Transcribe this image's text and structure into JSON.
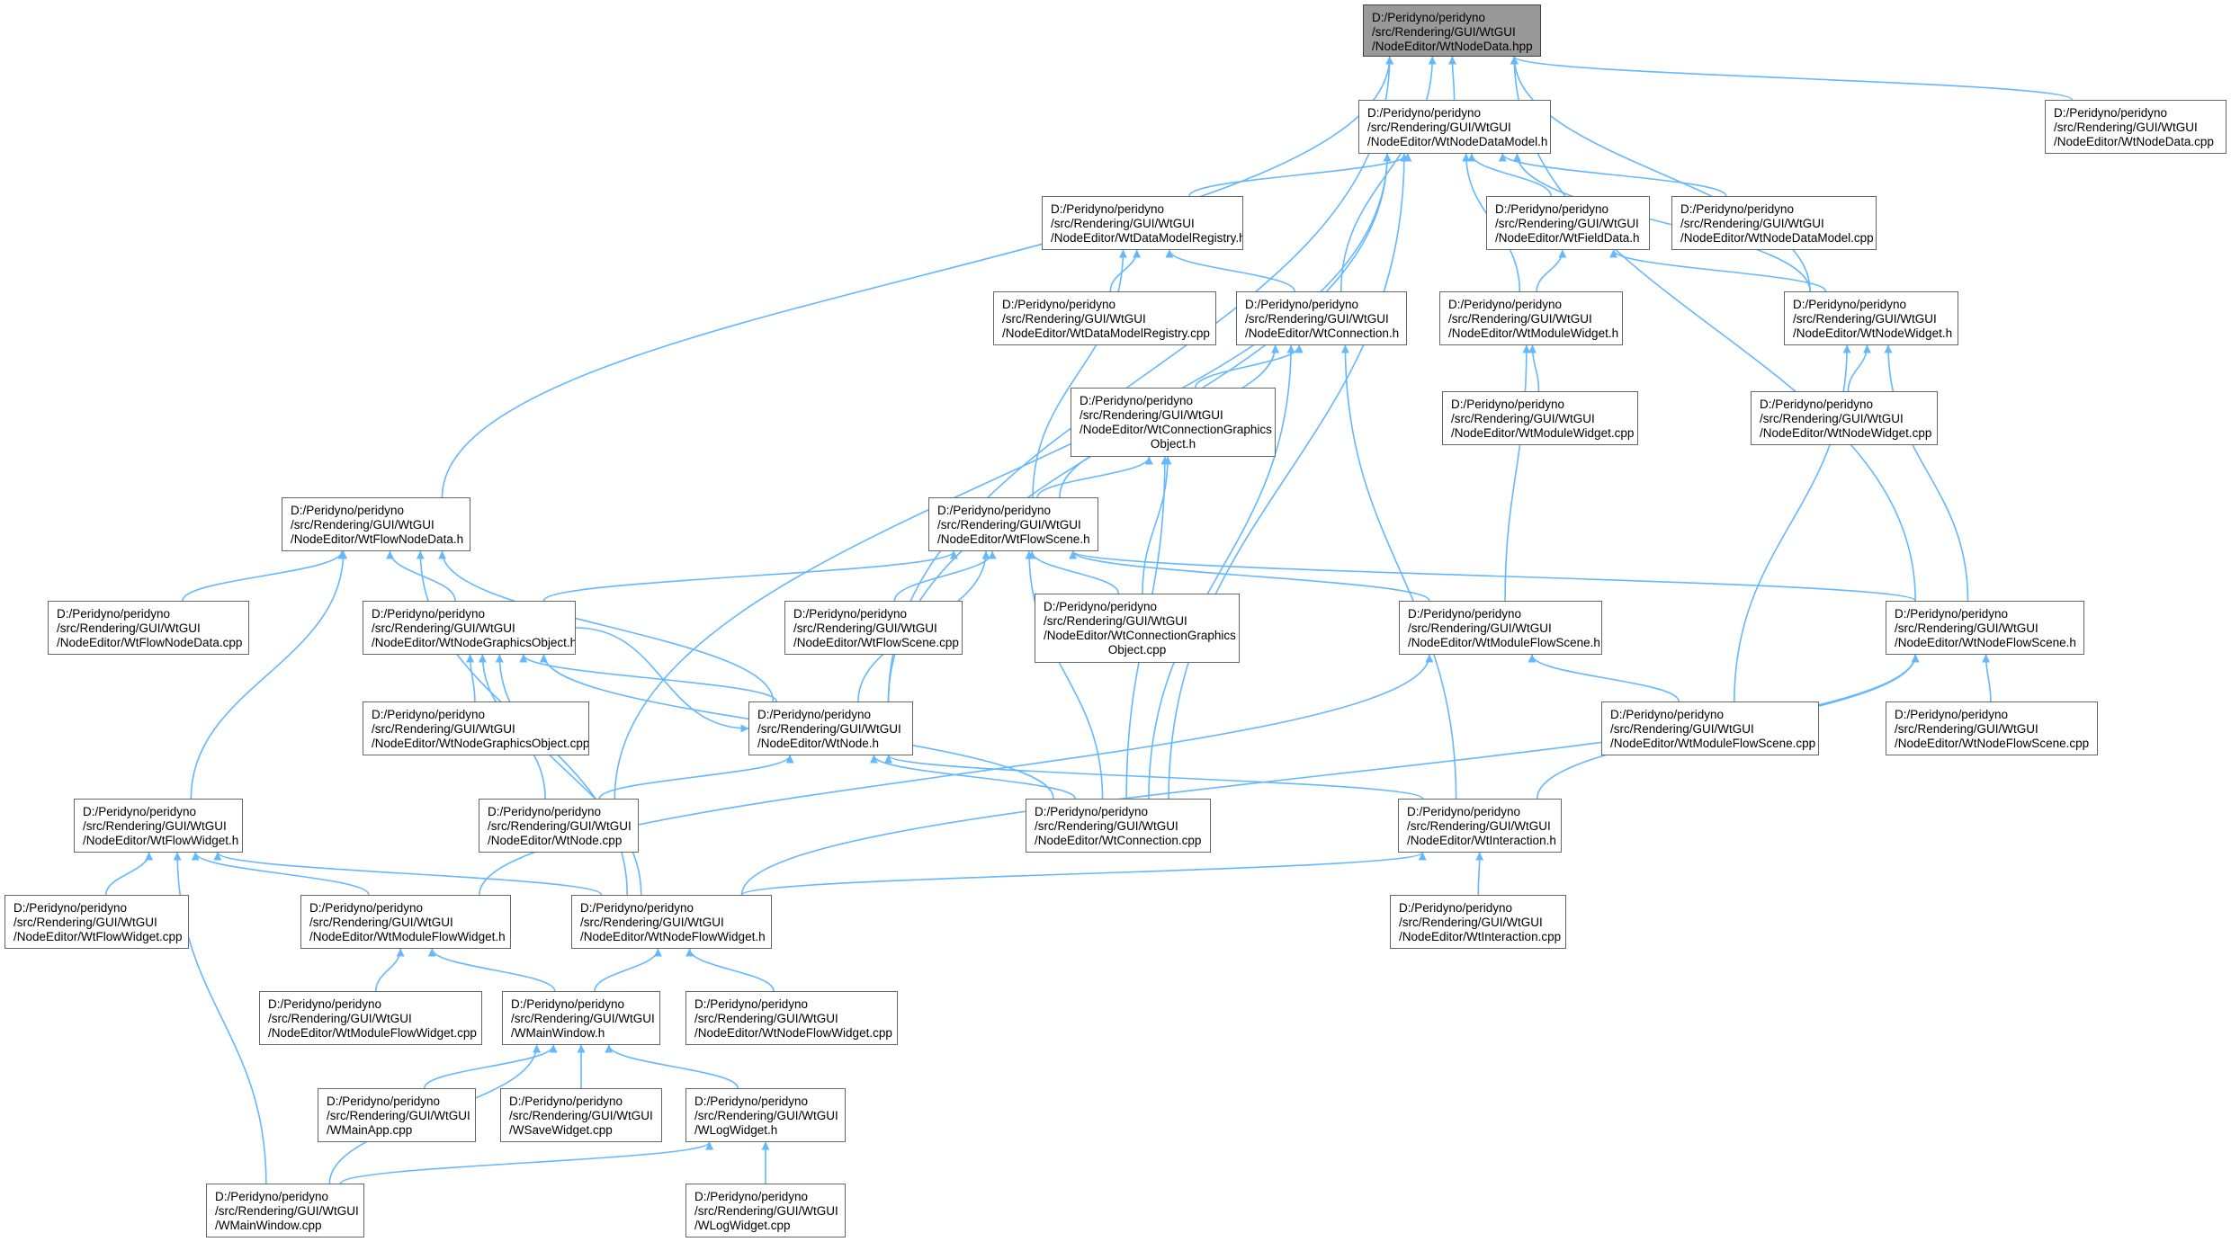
{
  "colors": {
    "edge": "#63b8ff",
    "node_border": "#666666",
    "root_fill": "#999999",
    "node_fill": "#ffffff"
  },
  "nodes": {
    "root": [
      "D:/Peridyno/peridyno",
      "/src/Rendering/GUI/WtGUI",
      "/NodeEditor/WtNodeData.hpp"
    ],
    "ndmodel_h": [
      "D:/Peridyno/peridyno",
      "/src/Rendering/GUI/WtGUI",
      "/NodeEditor/WtNodeDataModel.h"
    ],
    "nodedata_cpp": [
      "D:/Peridyno/peridyno",
      "/src/Rendering/GUI/WtGUI",
      "/NodeEditor/WtNodeData.cpp"
    ],
    "registry_h": [
      "D:/Peridyno/peridyno",
      "/src/Rendering/GUI/WtGUI",
      "/NodeEditor/WtDataModelRegistry.h"
    ],
    "fielddata_h": [
      "D:/Peridyno/peridyno",
      "/src/Rendering/GUI/WtGUI",
      "/NodeEditor/WtFieldData.h"
    ],
    "ndmodel_cpp": [
      "D:/Peridyno/peridyno",
      "/src/Rendering/GUI/WtGUI",
      "/NodeEditor/WtNodeDataModel.cpp"
    ],
    "registry_cpp": [
      "D:/Peridyno/peridyno",
      "/src/Rendering/GUI/WtGUI",
      "/NodeEditor/WtDataModelRegistry.cpp"
    ],
    "connection_h": [
      "D:/Peridyno/peridyno",
      "/src/Rendering/GUI/WtGUI",
      "/NodeEditor/WtConnection.h"
    ],
    "modulewidget_h": [
      "D:/Peridyno/peridyno",
      "/src/Rendering/GUI/WtGUI",
      "/NodeEditor/WtModuleWidget.h"
    ],
    "nodewidget_h": [
      "D:/Peridyno/peridyno",
      "/src/Rendering/GUI/WtGUI",
      "/NodeEditor/WtNodeWidget.h"
    ],
    "cgo_h": [
      "D:/Peridyno/peridyno",
      "/src/Rendering/GUI/WtGUI",
      "/NodeEditor/WtConnectionGraphics",
      "Object.h"
    ],
    "modulewidget_cpp": [
      "D:/Peridyno/peridyno",
      "/src/Rendering/GUI/WtGUI",
      "/NodeEditor/WtModuleWidget.cpp"
    ],
    "nodewidget_cpp": [
      "D:/Peridyno/peridyno",
      "/src/Rendering/GUI/WtGUI",
      "/NodeEditor/WtNodeWidget.cpp"
    ],
    "flownodedata_h": [
      "D:/Peridyno/peridyno",
      "/src/Rendering/GUI/WtGUI",
      "/NodeEditor/WtFlowNodeData.h"
    ],
    "flowscene_h": [
      "D:/Peridyno/peridyno",
      "/src/Rendering/GUI/WtGUI",
      "/NodeEditor/WtFlowScene.h"
    ],
    "flownodedata_cpp": [
      "D:/Peridyno/peridyno",
      "/src/Rendering/GUI/WtGUI",
      "/NodeEditor/WtFlowNodeData.cpp"
    ],
    "ngo_h": [
      "D:/Peridyno/peridyno",
      "/src/Rendering/GUI/WtGUI",
      "/NodeEditor/WtNodeGraphicsObject.h"
    ],
    "flowscene_cpp": [
      "D:/Peridyno/peridyno",
      "/src/Rendering/GUI/WtGUI",
      "/NodeEditor/WtFlowScene.cpp"
    ],
    "cgo_cpp": [
      "D:/Peridyno/peridyno",
      "/src/Rendering/GUI/WtGUI",
      "/NodeEditor/WtConnectionGraphics",
      "Object.cpp"
    ],
    "moduleflowscene_h": [
      "D:/Peridyno/peridyno",
      "/src/Rendering/GUI/WtGUI",
      "/NodeEditor/WtModuleFlowScene.h"
    ],
    "nodeflowscene_h": [
      "D:/Peridyno/peridyno",
      "/src/Rendering/GUI/WtGUI",
      "/NodeEditor/WtNodeFlowScene.h"
    ],
    "ngo_cpp": [
      "D:/Peridyno/peridyno",
      "/src/Rendering/GUI/WtGUI",
      "/NodeEditor/WtNodeGraphicsObject.cpp"
    ],
    "node_h": [
      "D:/Peridyno/peridyno",
      "/src/Rendering/GUI/WtGUI",
      "/NodeEditor/WtNode.h"
    ],
    "moduleflowscene_cpp": [
      "D:/Peridyno/peridyno",
      "/src/Rendering/GUI/WtGUI",
      "/NodeEditor/WtModuleFlowScene.cpp"
    ],
    "nodeflowscene_cpp": [
      "D:/Peridyno/peridyno",
      "/src/Rendering/GUI/WtGUI",
      "/NodeEditor/WtNodeFlowScene.cpp"
    ],
    "flowwidget_h": [
      "D:/Peridyno/peridyno",
      "/src/Rendering/GUI/WtGUI",
      "/NodeEditor/WtFlowWidget.h"
    ],
    "node_cpp": [
      "D:/Peridyno/peridyno",
      "/src/Rendering/GUI/WtGUI",
      "/NodeEditor/WtNode.cpp"
    ],
    "connection_cpp": [
      "D:/Peridyno/peridyno",
      "/src/Rendering/GUI/WtGUI",
      "/NodeEditor/WtConnection.cpp"
    ],
    "interaction_h": [
      "D:/Peridyno/peridyno",
      "/src/Rendering/GUI/WtGUI",
      "/NodeEditor/WtInteraction.h"
    ],
    "flowwidget_cpp": [
      "D:/Peridyno/peridyno",
      "/src/Rendering/GUI/WtGUI",
      "/NodeEditor/WtFlowWidget.cpp"
    ],
    "moduleflowwidget_h": [
      "D:/Peridyno/peridyno",
      "/src/Rendering/GUI/WtGUI",
      "/NodeEditor/WtModuleFlowWidget.h"
    ],
    "nodeflowwidget_h": [
      "D:/Peridyno/peridyno",
      "/src/Rendering/GUI/WtGUI",
      "/NodeEditor/WtNodeFlowWidget.h"
    ],
    "interaction_cpp": [
      "D:/Peridyno/peridyno",
      "/src/Rendering/GUI/WtGUI",
      "/NodeEditor/WtInteraction.cpp"
    ],
    "moduleflowwidget_cpp": [
      "D:/Peridyno/peridyno",
      "/src/Rendering/GUI/WtGUI",
      "/NodeEditor/WtModuleFlowWidget.cpp"
    ],
    "mainwindow_h": [
      "D:/Peridyno/peridyno",
      "/src/Rendering/GUI/WtGUI",
      "/WMainWindow.h"
    ],
    "nodeflowwidget_cpp": [
      "D:/Peridyno/peridyno",
      "/src/Rendering/GUI/WtGUI",
      "/NodeEditor/WtNodeFlowWidget.cpp"
    ],
    "mainapp_cpp": [
      "D:/Peridyno/peridyno",
      "/src/Rendering/GUI/WtGUI",
      "/WMainApp.cpp"
    ],
    "savewidget_cpp": [
      "D:/Peridyno/peridyno",
      "/src/Rendering/GUI/WtGUI",
      "/WSaveWidget.cpp"
    ],
    "logwidget_h": [
      "D:/Peridyno/peridyno",
      "/src/Rendering/GUI/WtGUI",
      "/WLogWidget.h"
    ],
    "mainwindow_cpp": [
      "D:/Peridyno/peridyno",
      "/src/Rendering/GUI/WtGUI",
      "/WMainWindow.cpp"
    ],
    "logwidget_cpp": [
      "D:/Peridyno/peridyno",
      "/src/Rendering/GUI/WtGUI",
      "/WLogWidget.cpp"
    ]
  },
  "edges": [
    [
      "ndmodel_h",
      "root"
    ],
    [
      "nodedata_cpp",
      "root"
    ],
    [
      "flownodedata_h",
      "root"
    ],
    [
      "connection_h",
      "root"
    ],
    [
      "nodewidget_h",
      "root"
    ],
    [
      "nodeflowscene_h",
      "root"
    ],
    [
      "node_h",
      "root"
    ],
    [
      "registry_h",
      "ndmodel_h"
    ],
    [
      "fielddata_h",
      "ndmodel_h"
    ],
    [
      "ndmodel_cpp",
      "ndmodel_h"
    ],
    [
      "modulewidget_h",
      "ndmodel_h"
    ],
    [
      "nodewidget_h",
      "ndmodel_h"
    ],
    [
      "node_h",
      "ndmodel_h"
    ],
    [
      "node_cpp",
      "ndmodel_h"
    ],
    [
      "connection_cpp",
      "ndmodel_h"
    ],
    [
      "registry_cpp",
      "registry_h"
    ],
    [
      "connection_h",
      "registry_h"
    ],
    [
      "flowscene_h",
      "registry_h"
    ],
    [
      "modulewidget_h",
      "fielddata_h"
    ],
    [
      "nodewidget_h",
      "fielddata_h"
    ],
    [
      "cgo_h",
      "connection_h"
    ],
    [
      "flowscene_h",
      "connection_h"
    ],
    [
      "connection_cpp",
      "connection_h"
    ],
    [
      "interaction_h",
      "connection_h"
    ],
    [
      "modulewidget_cpp",
      "modulewidget_h"
    ],
    [
      "moduleflowscene_h",
      "modulewidget_h"
    ],
    [
      "nodewidget_cpp",
      "nodewidget_h"
    ],
    [
      "nodeflowscene_h",
      "nodewidget_h"
    ],
    [
      "moduleflowscene_cpp",
      "nodewidget_h"
    ],
    [
      "flowscene_h",
      "cgo_h"
    ],
    [
      "cgo_cpp",
      "cgo_h"
    ],
    [
      "connection_cpp",
      "cgo_h"
    ],
    [
      "flownodedata_cpp",
      "flownodedata_h"
    ],
    [
      "ngo_h",
      "flownodedata_h"
    ],
    [
      "node_h",
      "flownodedata_h"
    ],
    [
      "flowwidget_h",
      "flownodedata_h"
    ],
    [
      "nodeflowwidget_h",
      "flownodedata_h"
    ],
    [
      "flowscene_cpp",
      "flowscene_h"
    ],
    [
      "cgo_cpp",
      "flowscene_h"
    ],
    [
      "moduleflowscene_h",
      "flowscene_h"
    ],
    [
      "nodeflowscene_h",
      "flowscene_h"
    ],
    [
      "ngo_h",
      "flowscene_h"
    ],
    [
      "node_h",
      "flowscene_h"
    ],
    [
      "connection_cpp",
      "flowscene_h"
    ],
    [
      "ngo_cpp",
      "ngo_h"
    ],
    [
      "node_h",
      "ngo_h"
    ],
    [
      "node_cpp",
      "ngo_h"
    ],
    [
      "connection_cpp",
      "ngo_h"
    ],
    [
      "nodeflowwidget_h",
      "ngo_h"
    ],
    [
      "moduleflowscene_cpp",
      "moduleflowscene_h"
    ],
    [
      "moduleflowwidget_h",
      "moduleflowscene_h"
    ],
    [
      "nodeflowscene_cpp",
      "nodeflowscene_h"
    ],
    [
      "interaction_h",
      "nodeflowscene_h"
    ],
    [
      "nodeflowwidget_h",
      "nodeflowscene_h"
    ],
    [
      "node_cpp",
      "node_h"
    ],
    [
      "connection_cpp",
      "node_h"
    ],
    [
      "interaction_h",
      "node_h"
    ],
    [
      "ngo_h",
      "node_h"
    ],
    [
      "flowwidget_cpp",
      "flowwidget_h"
    ],
    [
      "moduleflowwidget_h",
      "flowwidget_h"
    ],
    [
      "nodeflowwidget_h",
      "flowwidget_h"
    ],
    [
      "mainwindow_cpp",
      "flowwidget_h"
    ],
    [
      "interaction_cpp",
      "interaction_h"
    ],
    [
      "nodeflowwidget_h",
      "interaction_h"
    ],
    [
      "moduleflowwidget_cpp",
      "moduleflowwidget_h"
    ],
    [
      "mainwindow_h",
      "moduleflowwidget_h"
    ],
    [
      "nodeflowwidget_cpp",
      "nodeflowwidget_h"
    ],
    [
      "mainwindow_h",
      "nodeflowwidget_h"
    ],
    [
      "mainapp_cpp",
      "mainwindow_h"
    ],
    [
      "savewidget_cpp",
      "mainwindow_h"
    ],
    [
      "logwidget_h",
      "mainwindow_h"
    ],
    [
      "mainwindow_cpp",
      "mainwindow_h"
    ],
    [
      "mainwindow_cpp",
      "logwidget_h"
    ],
    [
      "logwidget_cpp",
      "logwidget_h"
    ]
  ]
}
